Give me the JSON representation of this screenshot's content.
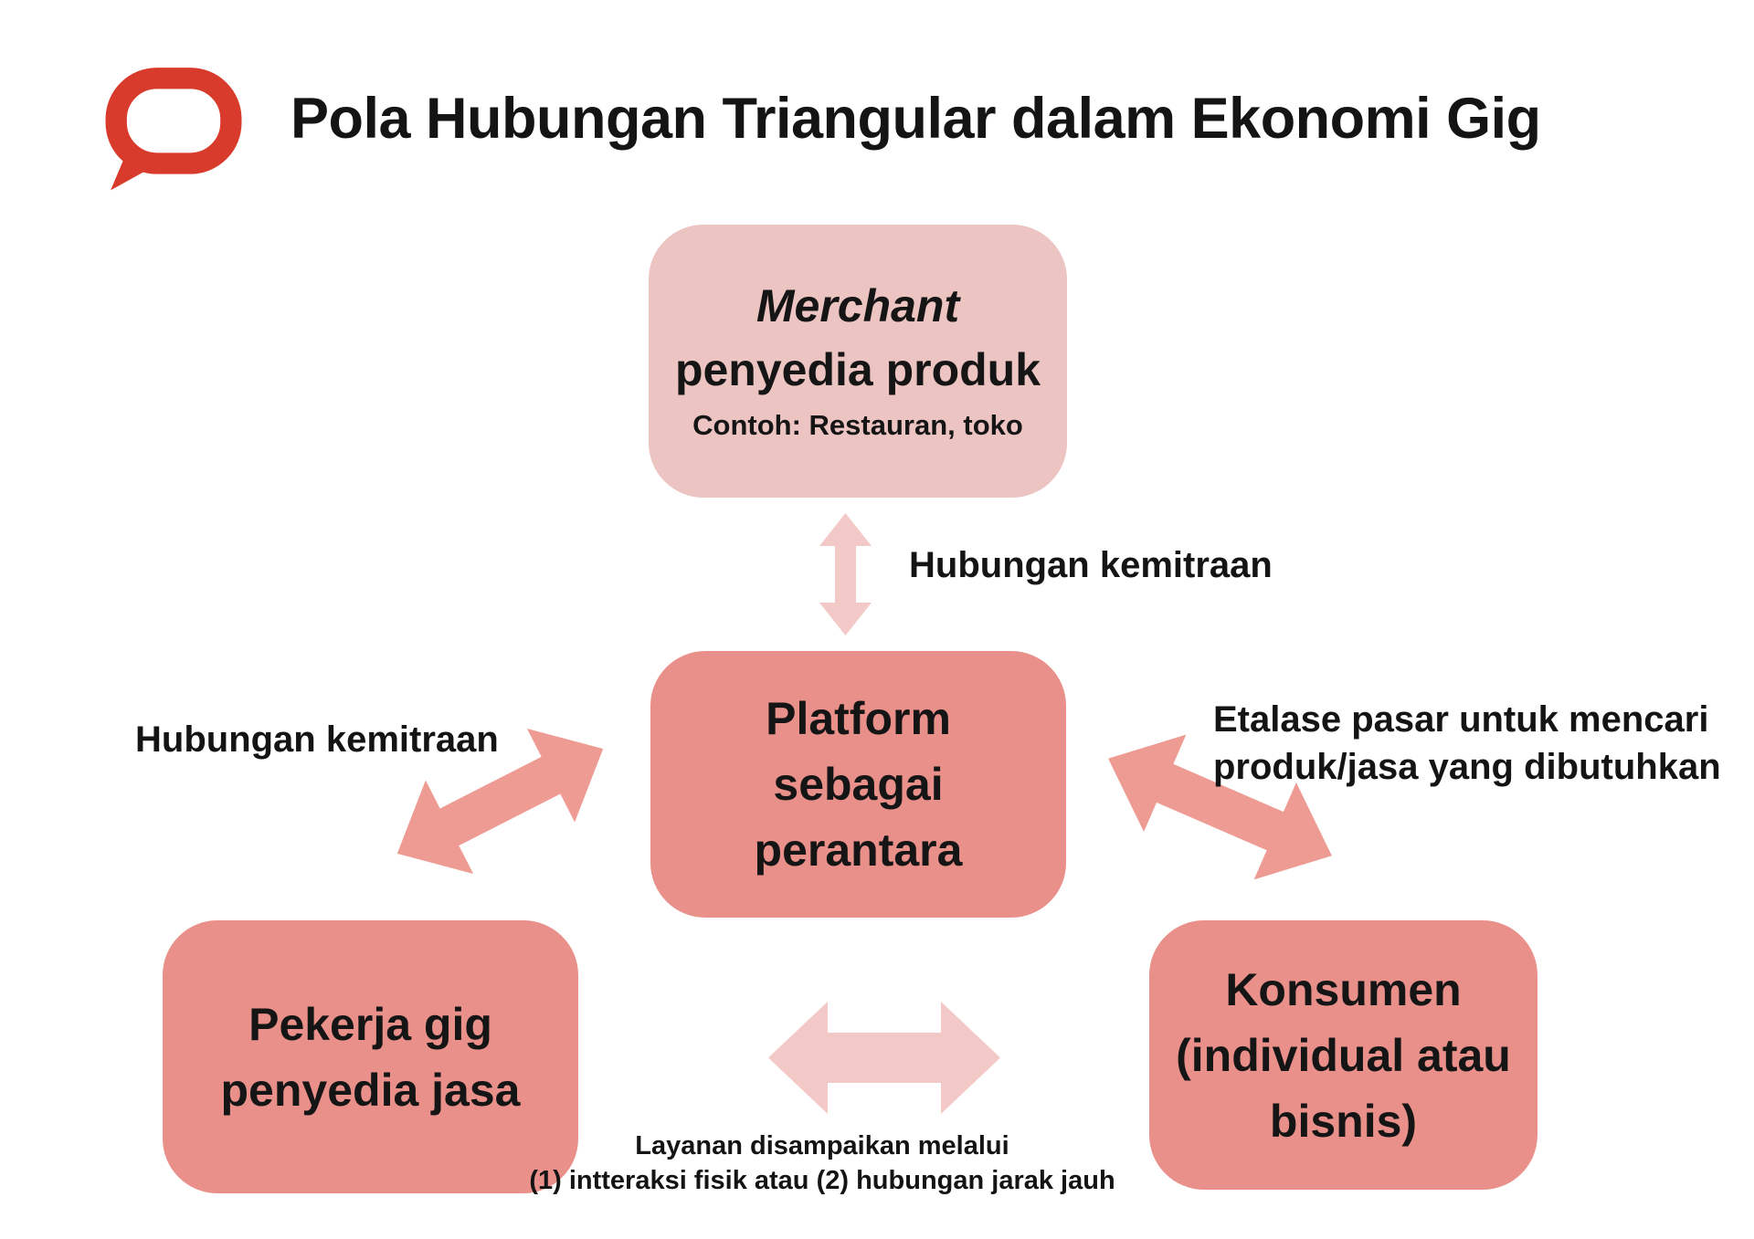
{
  "header": {
    "title": "Pola Hubungan Triangular dalam Ekonomi Gig"
  },
  "nodes": {
    "merchant": {
      "name": "Merchant",
      "role": "penyedia produk",
      "example": "Contoh: Restauran, toko"
    },
    "platform": {
      "lines": [
        "Platform",
        "sebagai",
        "perantara"
      ]
    },
    "worker": {
      "lines": [
        "Pekerja gig",
        "penyedia jasa"
      ]
    },
    "consumer": {
      "lines": [
        "Konsumen",
        "(individual atau",
        "bisnis)"
      ]
    }
  },
  "edges": {
    "merchant_platform": {
      "label": "Hubungan kemitraan"
    },
    "worker_platform": {
      "label": "Hubungan kemitraan"
    },
    "platform_consumer": {
      "label_lines": [
        "Etalase pasar untuk mencari",
        "produk/jasa yang dibutuhkan"
      ]
    },
    "worker_consumer": {
      "label_lines": [
        "Layanan disampaikan melalui",
        "(1) intteraksi fisik atau (2) hubungan jarak jauh"
      ]
    }
  },
  "colors": {
    "brand_red": "#d83a2b",
    "node_salmon": "#e9908a",
    "node_pink_light": "#ecc4c2",
    "arrow_pink_light": "#f2c9c6",
    "arrow_salmon": "#ee9b93",
    "text": "#1a1a1a",
    "background": "#ffffff"
  }
}
